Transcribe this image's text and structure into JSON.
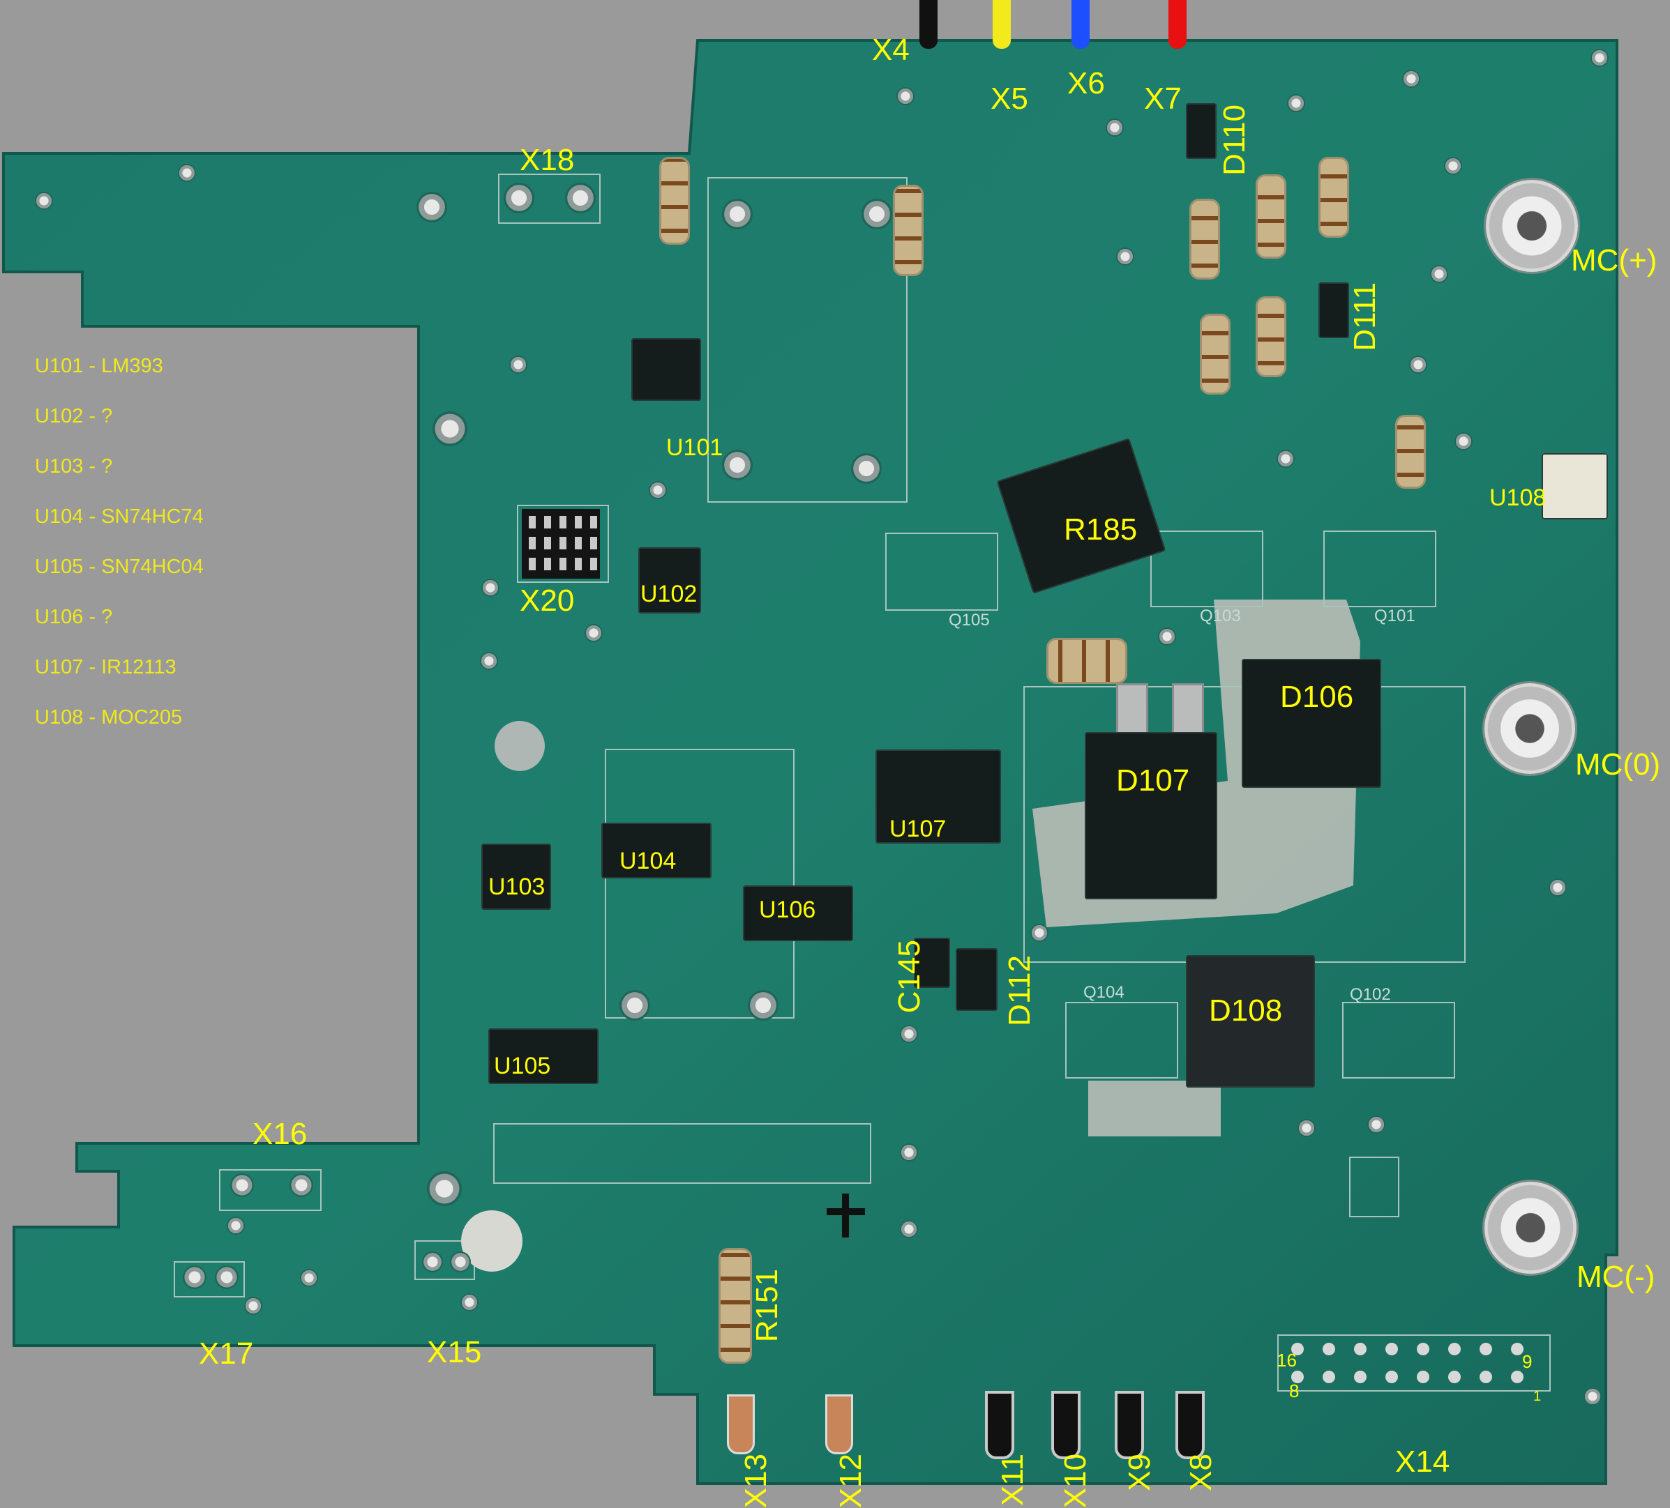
{
  "legend": [
    "U101 - LM393",
    "U102 - ?",
    "U103 - ?",
    "U104 - SN74HC74",
    "U105 - SN74HC04",
    "U106 - ?",
    "U107 - IR12113",
    "U108 - MOC205"
  ],
  "labels": {
    "x4": "X4",
    "x5": "X5",
    "x6": "X6",
    "x7": "X7",
    "x8": "X8",
    "x9": "X9",
    "x10": "X10",
    "x11": "X11",
    "x12": "X12",
    "x13": "X13",
    "x14": "X14",
    "x15": "X15",
    "x16": "X16",
    "x17": "X17",
    "x18": "X18",
    "x20": "X20",
    "d110": "D110",
    "d111": "D111",
    "d106": "D106",
    "d107": "D107",
    "d108": "D108",
    "d112": "D112",
    "r185": "R185",
    "r151": "R151",
    "c145": "C145",
    "mc_plus": "MC(+)",
    "mc_zero": "MC(0)",
    "mc_minus": "MC(-)",
    "u101": "U101",
    "u102": "U102",
    "u103": "U103",
    "u104": "U104",
    "u105": "U105",
    "u106": "U106",
    "u107": "U107",
    "u108": "U108",
    "q101": "Q101",
    "q102": "Q102",
    "q103": "Q103",
    "q104": "Q104",
    "q105": "Q105",
    "pin16": "16",
    "pin9": "9",
    "pin8": "8",
    "pin1": "1"
  },
  "wires": [
    {
      "name": "black",
      "color": "#111111"
    },
    {
      "name": "yellow",
      "color": "#f2ea1a"
    },
    {
      "name": "blue",
      "color": "#1e4fff"
    },
    {
      "name": "red",
      "color": "#e81010"
    }
  ],
  "colors": {
    "background": "#9a9a9a",
    "pcb": "#1f7a6a",
    "label": "#ffff00",
    "legend_text": "#f0e81c"
  }
}
